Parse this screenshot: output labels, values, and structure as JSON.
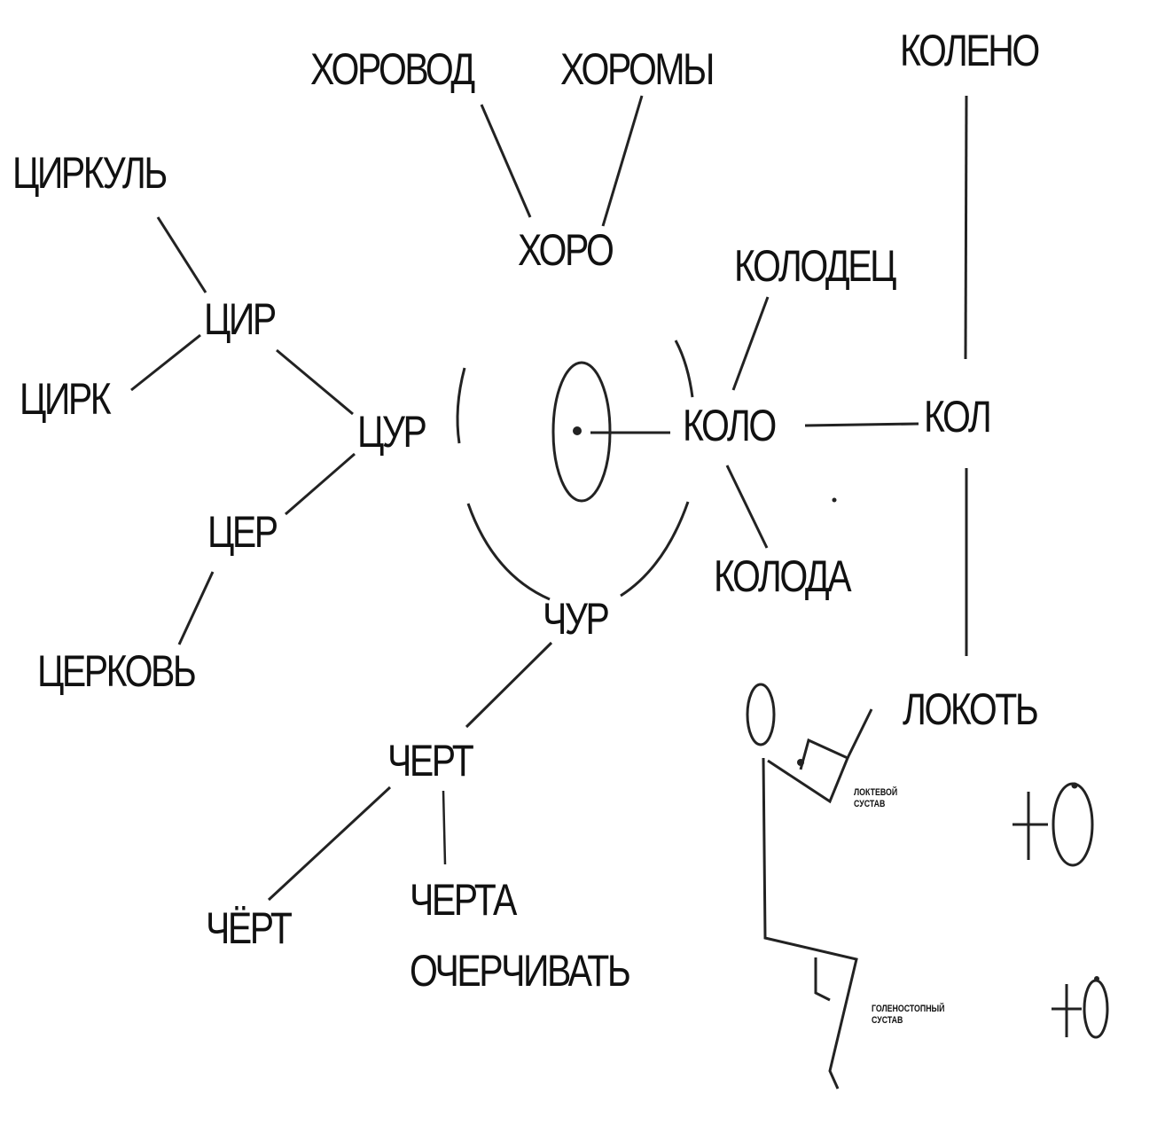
{
  "words": {
    "khorovod": "ХОРОВОД",
    "khoromy": "ХОРОМЫ",
    "koleno": "КОЛЕНО",
    "tsirkul": "ЦИРКУЛЬ",
    "khoro": "ХОРО",
    "kolodets": "КОЛОДЕЦ",
    "tsir": "ЦИР",
    "tsirk": "ЦИРК",
    "tsur": "ЦУР",
    "kolo": "КОЛО",
    "kol": "КОЛ",
    "tser": "ЦЕР",
    "koloda": "КОЛОДА",
    "chur": "ЧУР",
    "tserkov": "ЦЕРКОВЬ",
    "lokot": "ЛОКОТЬ",
    "chert": "ЧЕРТ",
    "chyort": "ЧЁРТ",
    "cherta": "ЧЕРТА",
    "ocherchivat": "ОЧЕРЧИВАТЬ"
  },
  "figure_notes": {
    "elbow_line1": "ЛОКТЕВОЙ",
    "elbow_line2": "СУСТАВ",
    "ankle_line1": "ГОЛЕНОСТОПНЫЙ",
    "ankle_line2": "СУСТАВ"
  },
  "colors": {
    "ink": "#111111",
    "background": "#ffffff"
  }
}
